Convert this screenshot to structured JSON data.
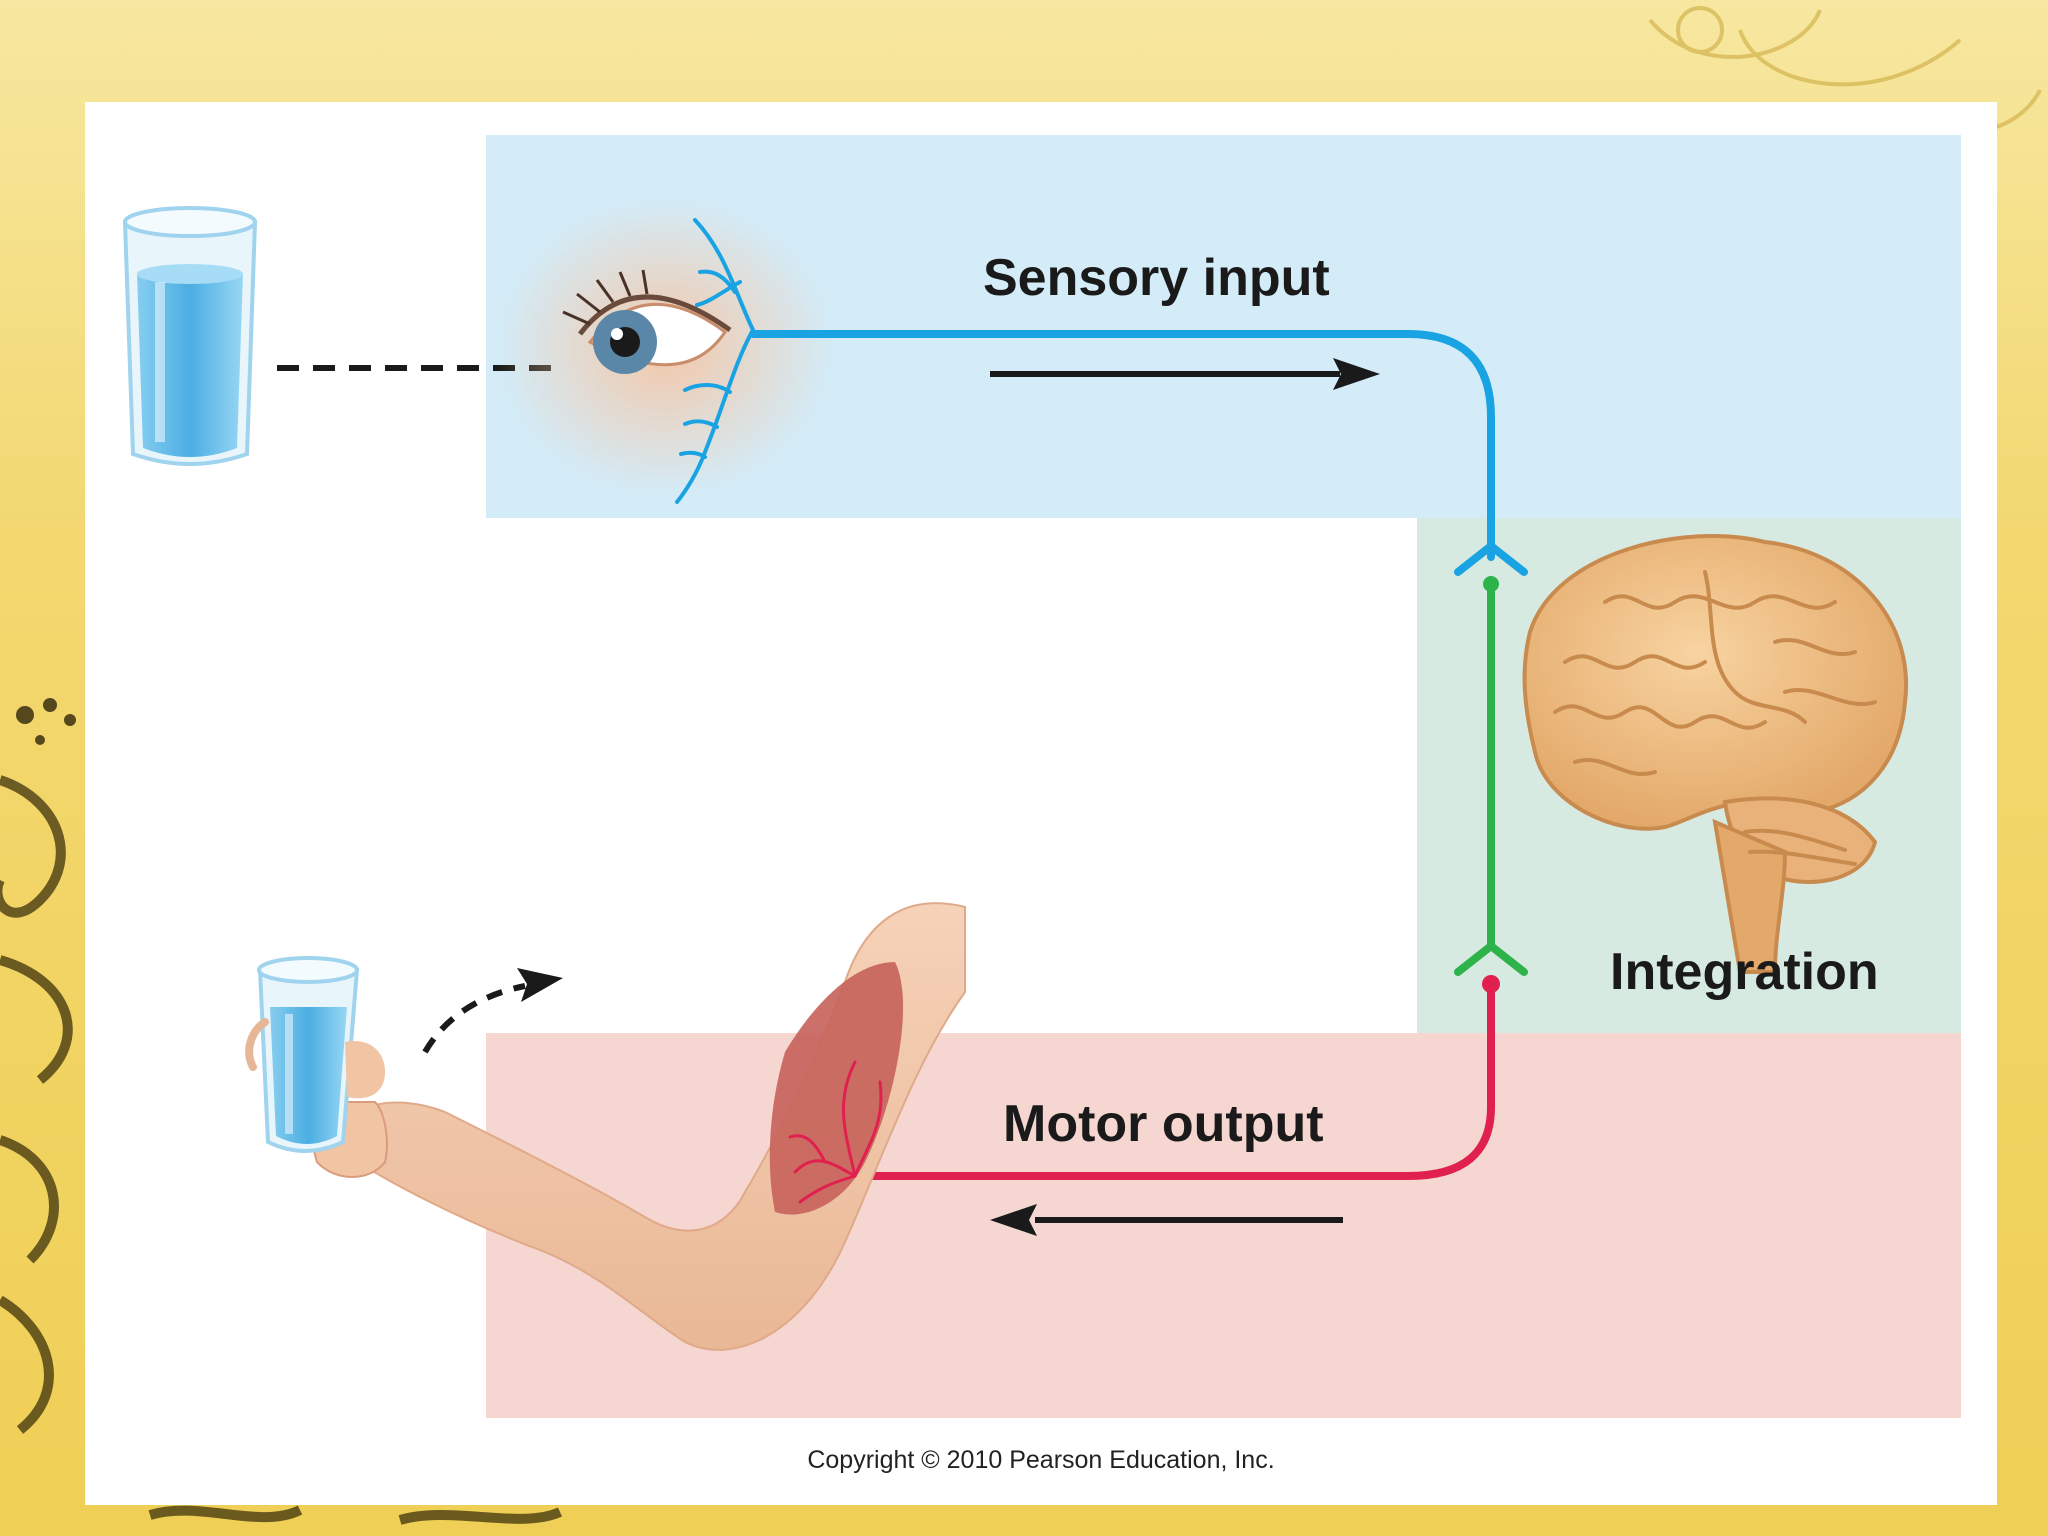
{
  "labels": {
    "sensory_input": "Sensory input",
    "integration": "Integration",
    "motor_output": "Motor output"
  },
  "copyright": "Copyright © 2010 Pearson Education, Inc.",
  "colors": {
    "background_gold": "#efcf55",
    "sensory_panel": "#d3ecf8",
    "integration_panel": "#d7eae2",
    "motor_panel": "#f5d6d0",
    "sensory_nerve": "#1aa3e3",
    "integration_pathway": "#2db34a",
    "motor_nerve": "#e0204f",
    "arrow": "#1a1a1a"
  }
}
